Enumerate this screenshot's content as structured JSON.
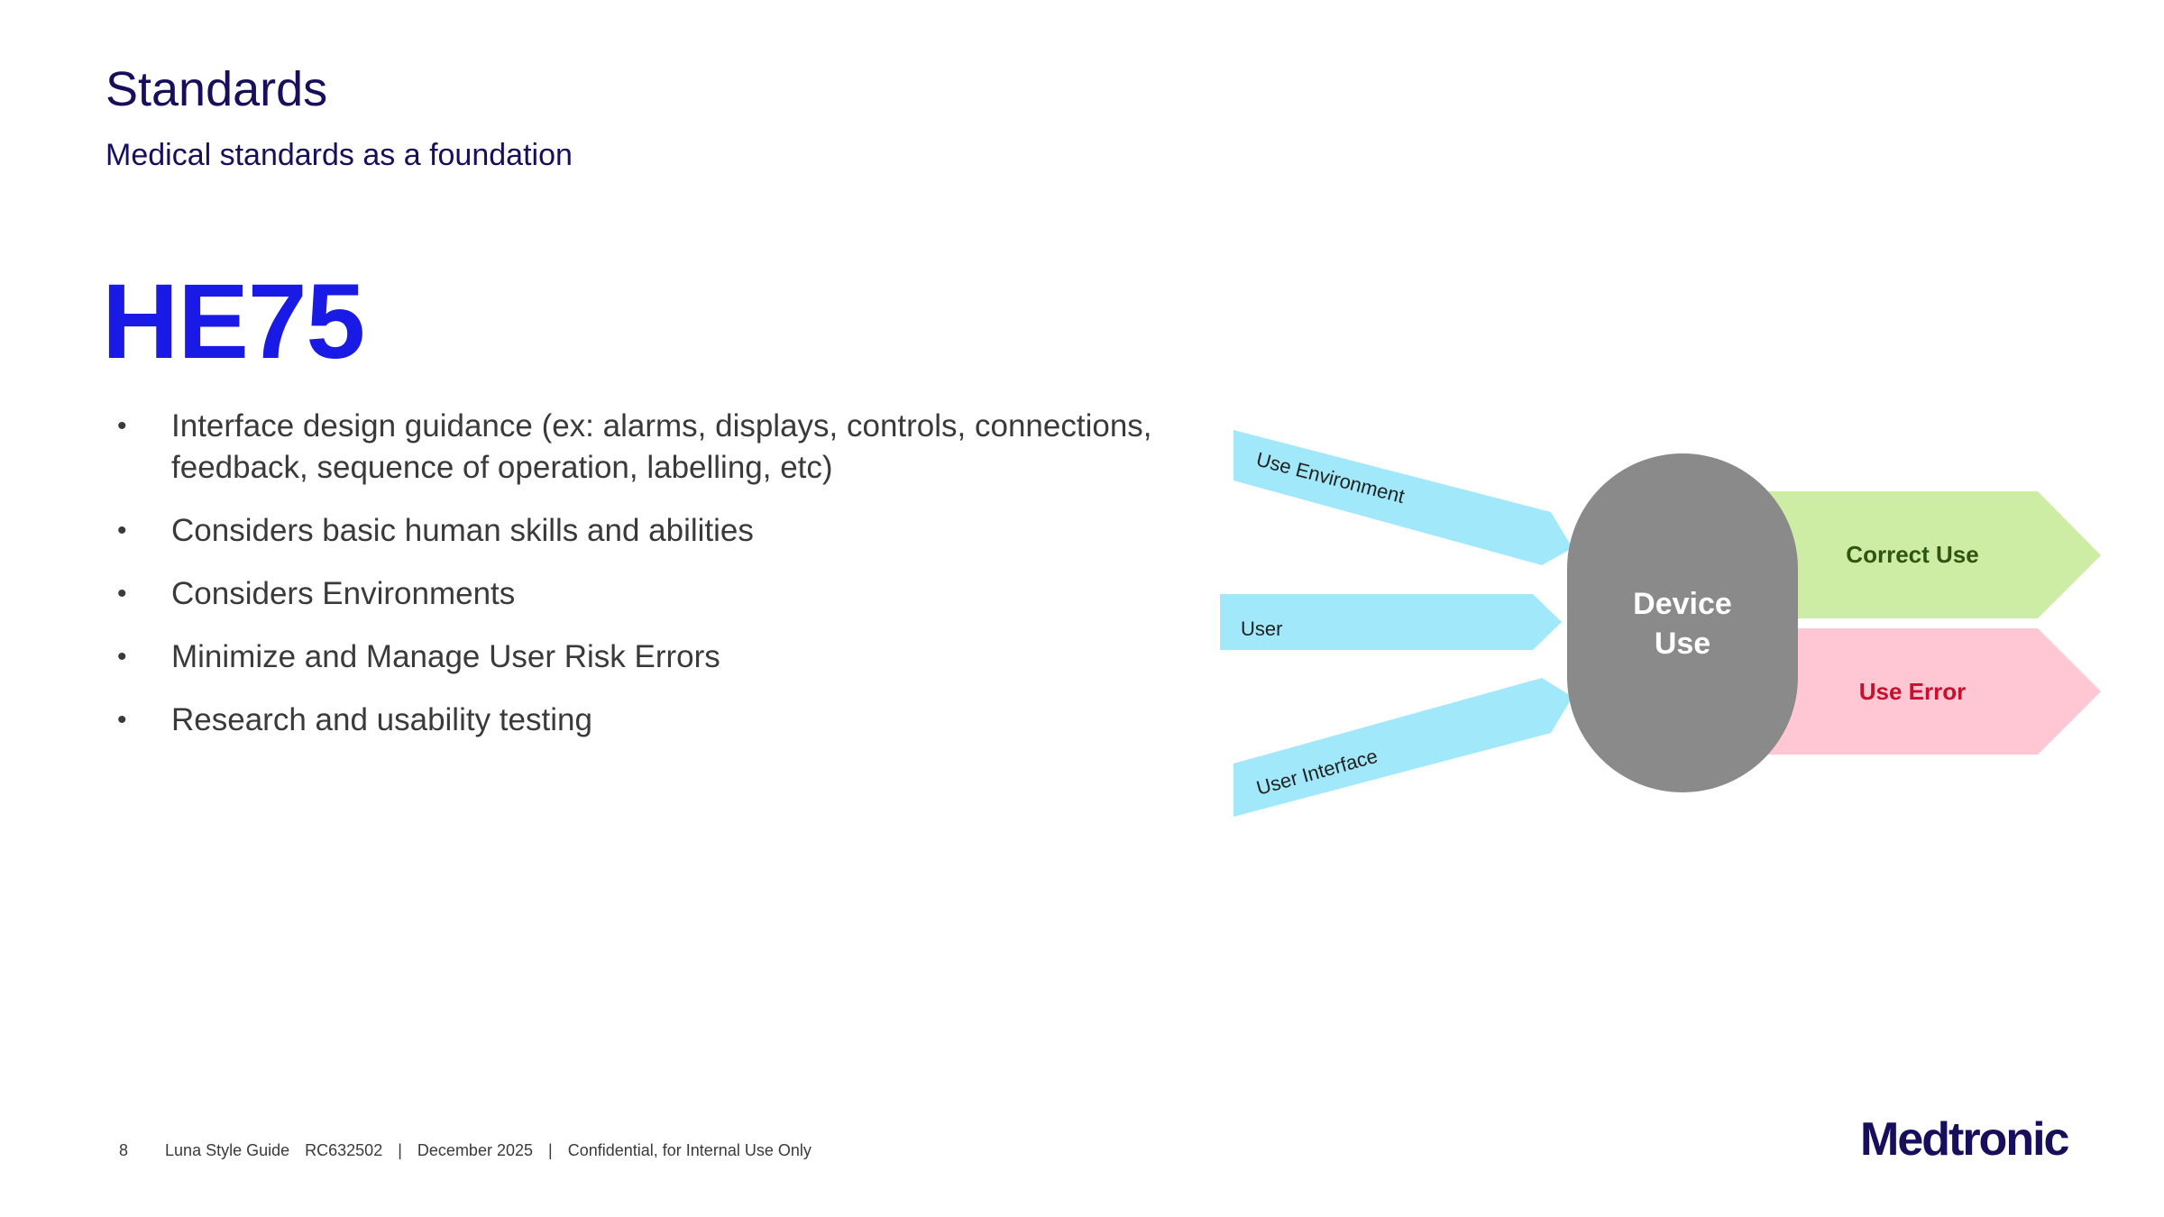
{
  "header": {
    "title": "Standards",
    "subtitle": "Medical standards as a foundation"
  },
  "main": {
    "standard_name": "HE75",
    "bullets": [
      "Interface design guidance (ex: alarms, displays, controls, connections, feedback, sequence of operation, labelling, etc)",
      "Considers basic human skills and abilities",
      "Considers Environments",
      "Minimize and Manage User Risk Errors",
      "Research and usability testing"
    ],
    "bullet_glyph": "•"
  },
  "diagram": {
    "inputs": [
      "Use Environment",
      "User",
      "User Interface"
    ],
    "center_lines": [
      "Device",
      "Use"
    ],
    "outputs": [
      {
        "label": "Correct Use",
        "fill": "#cdeda5",
        "text_color": "#2f5510"
      },
      {
        "label": "Use Error",
        "fill": "#ffc7d4",
        "text_color": "#c8102e"
      }
    ],
    "input_color": "#a1e8fb",
    "center_color": "#8a8a8a"
  },
  "footer": {
    "page_number": "8",
    "doc_title": "Luna Style Guide",
    "doc_code": "RC632502",
    "sep1": "|",
    "date": "December 2025",
    "sep2": "|",
    "confidentiality": "Confidential, for Internal Use Only"
  },
  "brand": {
    "logo_text": "Medtronic",
    "primary_color": "#170f5c",
    "accent_color": "#1a1ae6"
  }
}
